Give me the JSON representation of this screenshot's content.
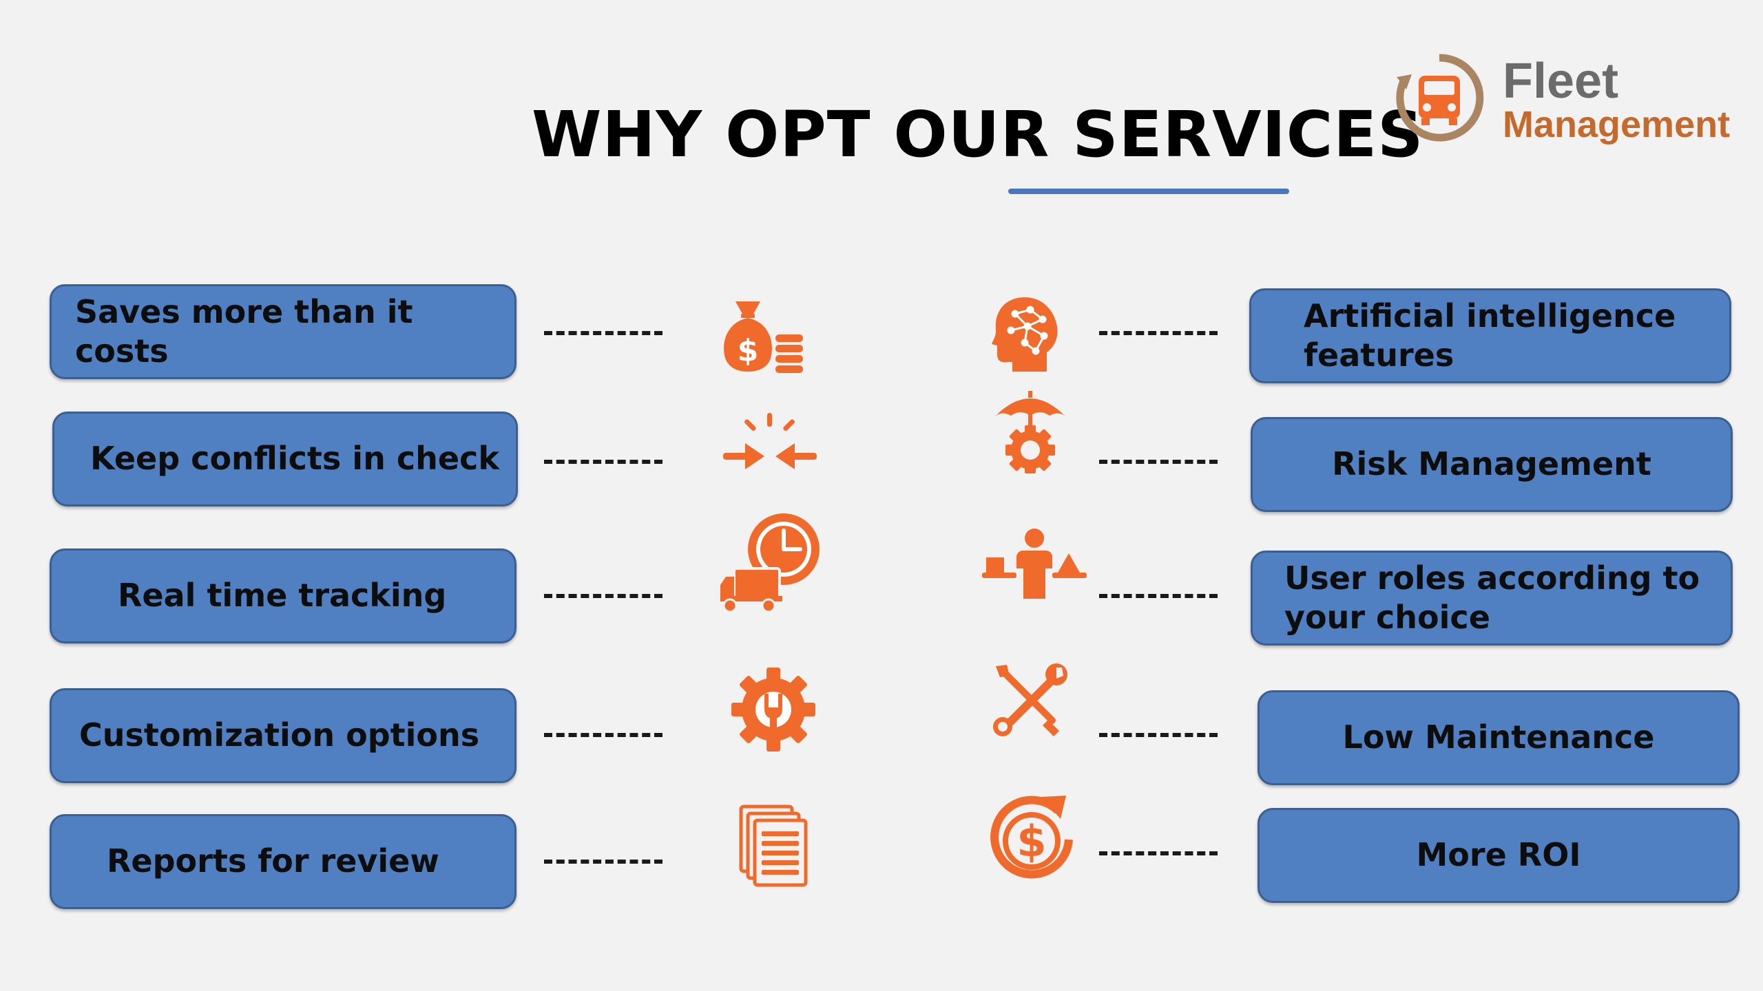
{
  "title": "WHY OPT OUR SERVICES",
  "logo": {
    "line1": "Fleet",
    "line2": "Management"
  },
  "colors": {
    "box_fill": "#5080c1",
    "icon": "#ef6a2b",
    "underline": "#4a76bb"
  },
  "left_features": [
    {
      "label": "Saves more than it costs",
      "icon": "money-bag-icon"
    },
    {
      "label": "Keep conflicts in check",
      "icon": "converging-arrows-icon"
    },
    {
      "label": "Real time tracking",
      "icon": "truck-clock-icon"
    },
    {
      "label": "Customization options",
      "icon": "gear-wrench-icon"
    },
    {
      "label": "Reports for review",
      "icon": "documents-icon"
    }
  ],
  "right_features": [
    {
      "label": "Artificial intelligence features",
      "icon": "ai-head-icon"
    },
    {
      "label": "Risk Management",
      "icon": "umbrella-gear-icon"
    },
    {
      "label": "User roles according to your choice",
      "icon": "person-balance-icon"
    },
    {
      "label": "Low Maintenance",
      "icon": "tools-icon"
    },
    {
      "label": "More ROI",
      "icon": "dollar-cycle-icon"
    }
  ]
}
